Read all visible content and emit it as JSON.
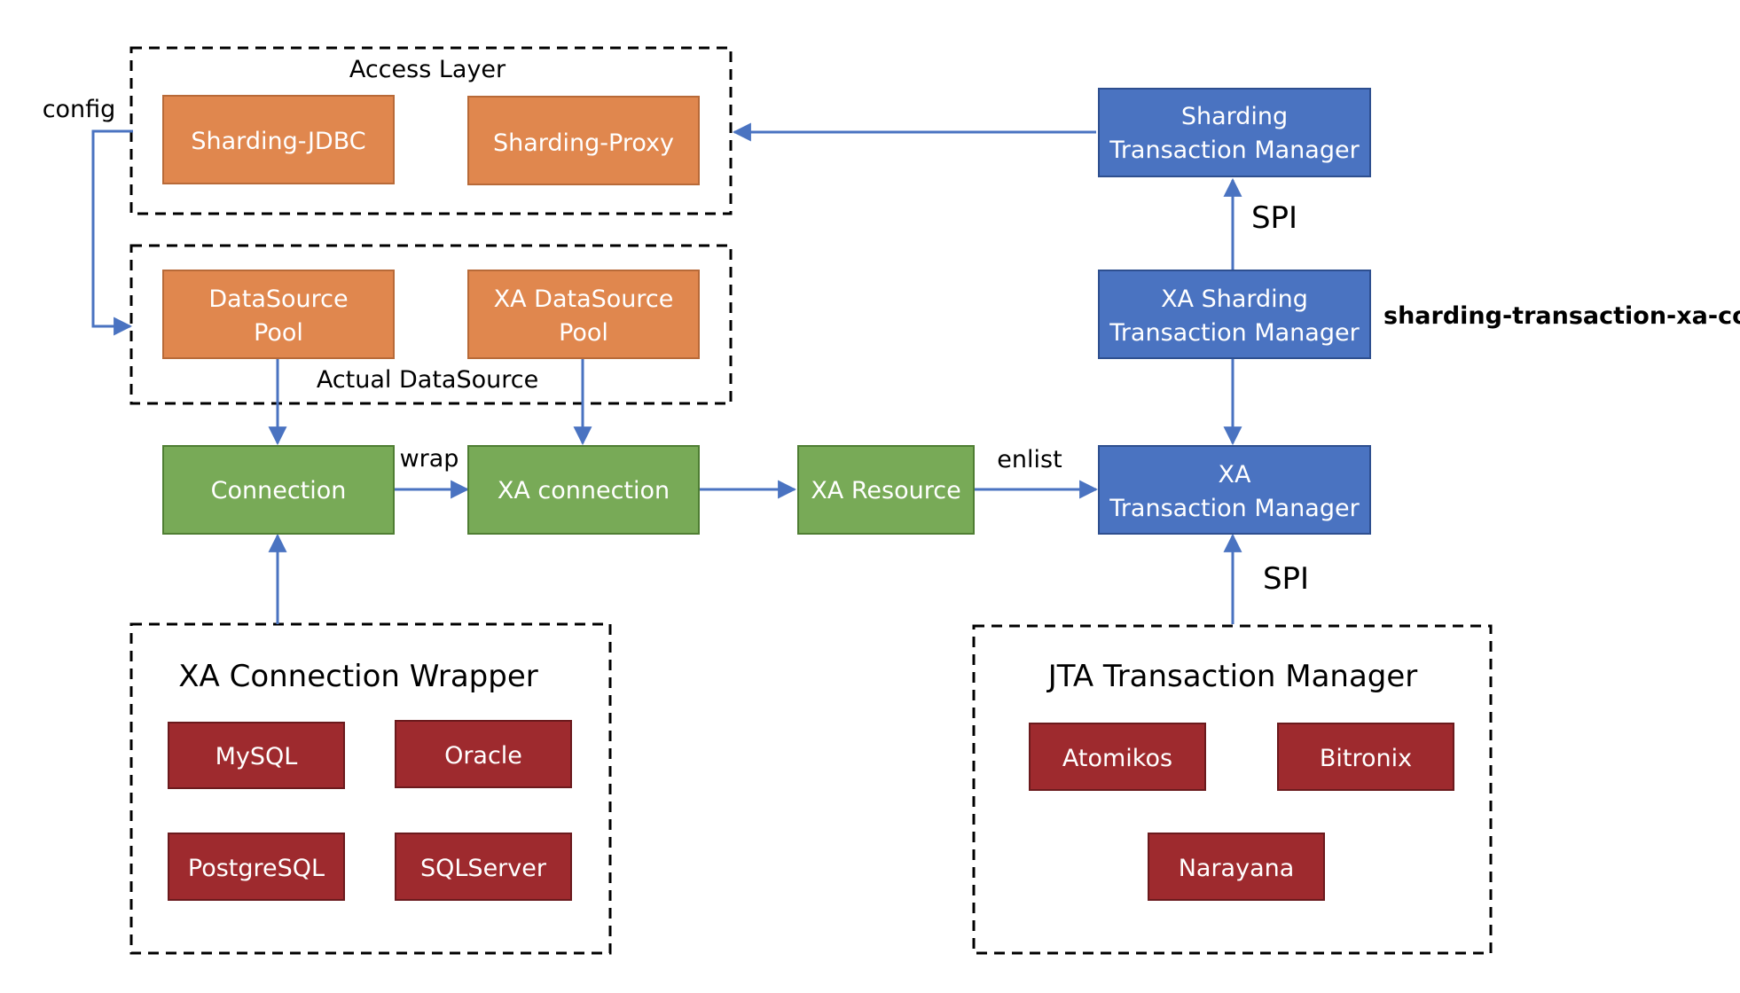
{
  "colors": {
    "orange": "#E0874E",
    "orange_border": "#B86A38",
    "green": "#78AA57",
    "green_border": "#4F7E33",
    "blue": "#4A73C1",
    "blue_border": "#2E4F8F",
    "red": "#9E2A2E",
    "red_border": "#6B1A1D",
    "arrow": "#4A73C1",
    "dashed": "#000000"
  },
  "groups": {
    "access_layer": "Access Layer",
    "actual_datasource": "Actual DataSource",
    "xa_connection_wrapper": "XA Connection Wrapper",
    "jta_transaction_manager": "JTA Transaction Manager"
  },
  "boxes": {
    "sharding_jdbc": "Sharding-JDBC",
    "sharding_proxy": "Sharding-Proxy",
    "datasource_pool": [
      "DataSource",
      "Pool"
    ],
    "xa_datasource_pool": [
      "XA DataSource",
      "Pool"
    ],
    "connection": "Connection",
    "xa_connection": "XA connection",
    "xa_resource": "XA Resource",
    "sharding_tm": [
      "Sharding",
      "Transaction Manager"
    ],
    "xa_sharding_tm": [
      "XA Sharding",
      "Transaction Manager"
    ],
    "xa_tm": [
      "XA",
      "Transaction Manager"
    ],
    "mysql": "MySQL",
    "oracle": "Oracle",
    "postgresql": "PostgreSQL",
    "sqlserver": "SQLServer",
    "atomikos": "Atomikos",
    "bitronix": "Bitronix",
    "narayana": "Narayana"
  },
  "labels": {
    "config": "config",
    "wrap": "wrap",
    "enlist": "enlist",
    "spi_top": "SPI",
    "spi_bottom": "SPI",
    "module": "sharding-transaction-xa-core"
  }
}
